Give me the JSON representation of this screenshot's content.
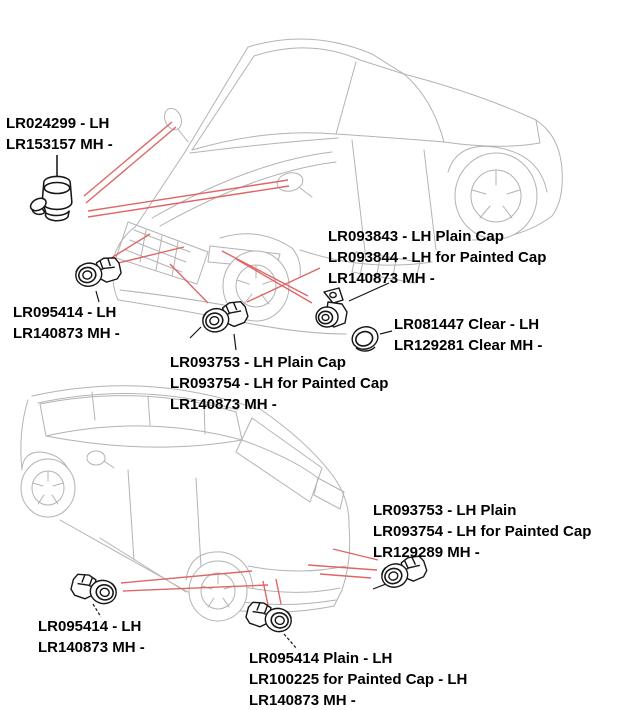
{
  "colors": {
    "pointer_red": "#e06666",
    "car_line": "#b3b3b3",
    "part_line": "#161616",
    "text": "#000000",
    "background": "#ffffff"
  },
  "icons": {
    "windscreen_sensor_icon": "windscreen-sensor-icon",
    "parking_sensor_icon": "parking-sensor-icon",
    "bracket_sensor_icon": "bracket-sensor-icon",
    "clear_cap_icon": "clear-cap-ring-icon"
  },
  "diagram": {
    "labels": {
      "windscreen_sensor": [
        "LR024299 - LH",
        "LR153157 MH -"
      ],
      "front_left_sensor": [
        "LR095414 - LH",
        "LR140873 MH -"
      ],
      "front_outer_sensor": [
        "LR093843 - LH Plain Cap",
        "LR093844 - LH for Painted Cap",
        "LR140873 MH -"
      ],
      "clear_cap": [
        "LR081447 Clear - LH",
        "LR129281 Clear MH -"
      ],
      "front_center_sensor": [
        "LR093753 - LH Plain Cap",
        "LR093754 - LH for Painted Cap",
        "LR140873 MH -"
      ],
      "rear_outer_sensor": [
        "LR093753 - LH Plain",
        "LR093754 - LH for Painted Cap",
        "LR129289 MH -"
      ],
      "rear_left_sensor": [
        "LR095414 - LH",
        "LR140873 MH -"
      ],
      "rear_center_sensor": [
        "LR095414 Plain - LH",
        "LR100225 for Painted Cap - LH",
        "LR140873 MH -"
      ]
    }
  }
}
